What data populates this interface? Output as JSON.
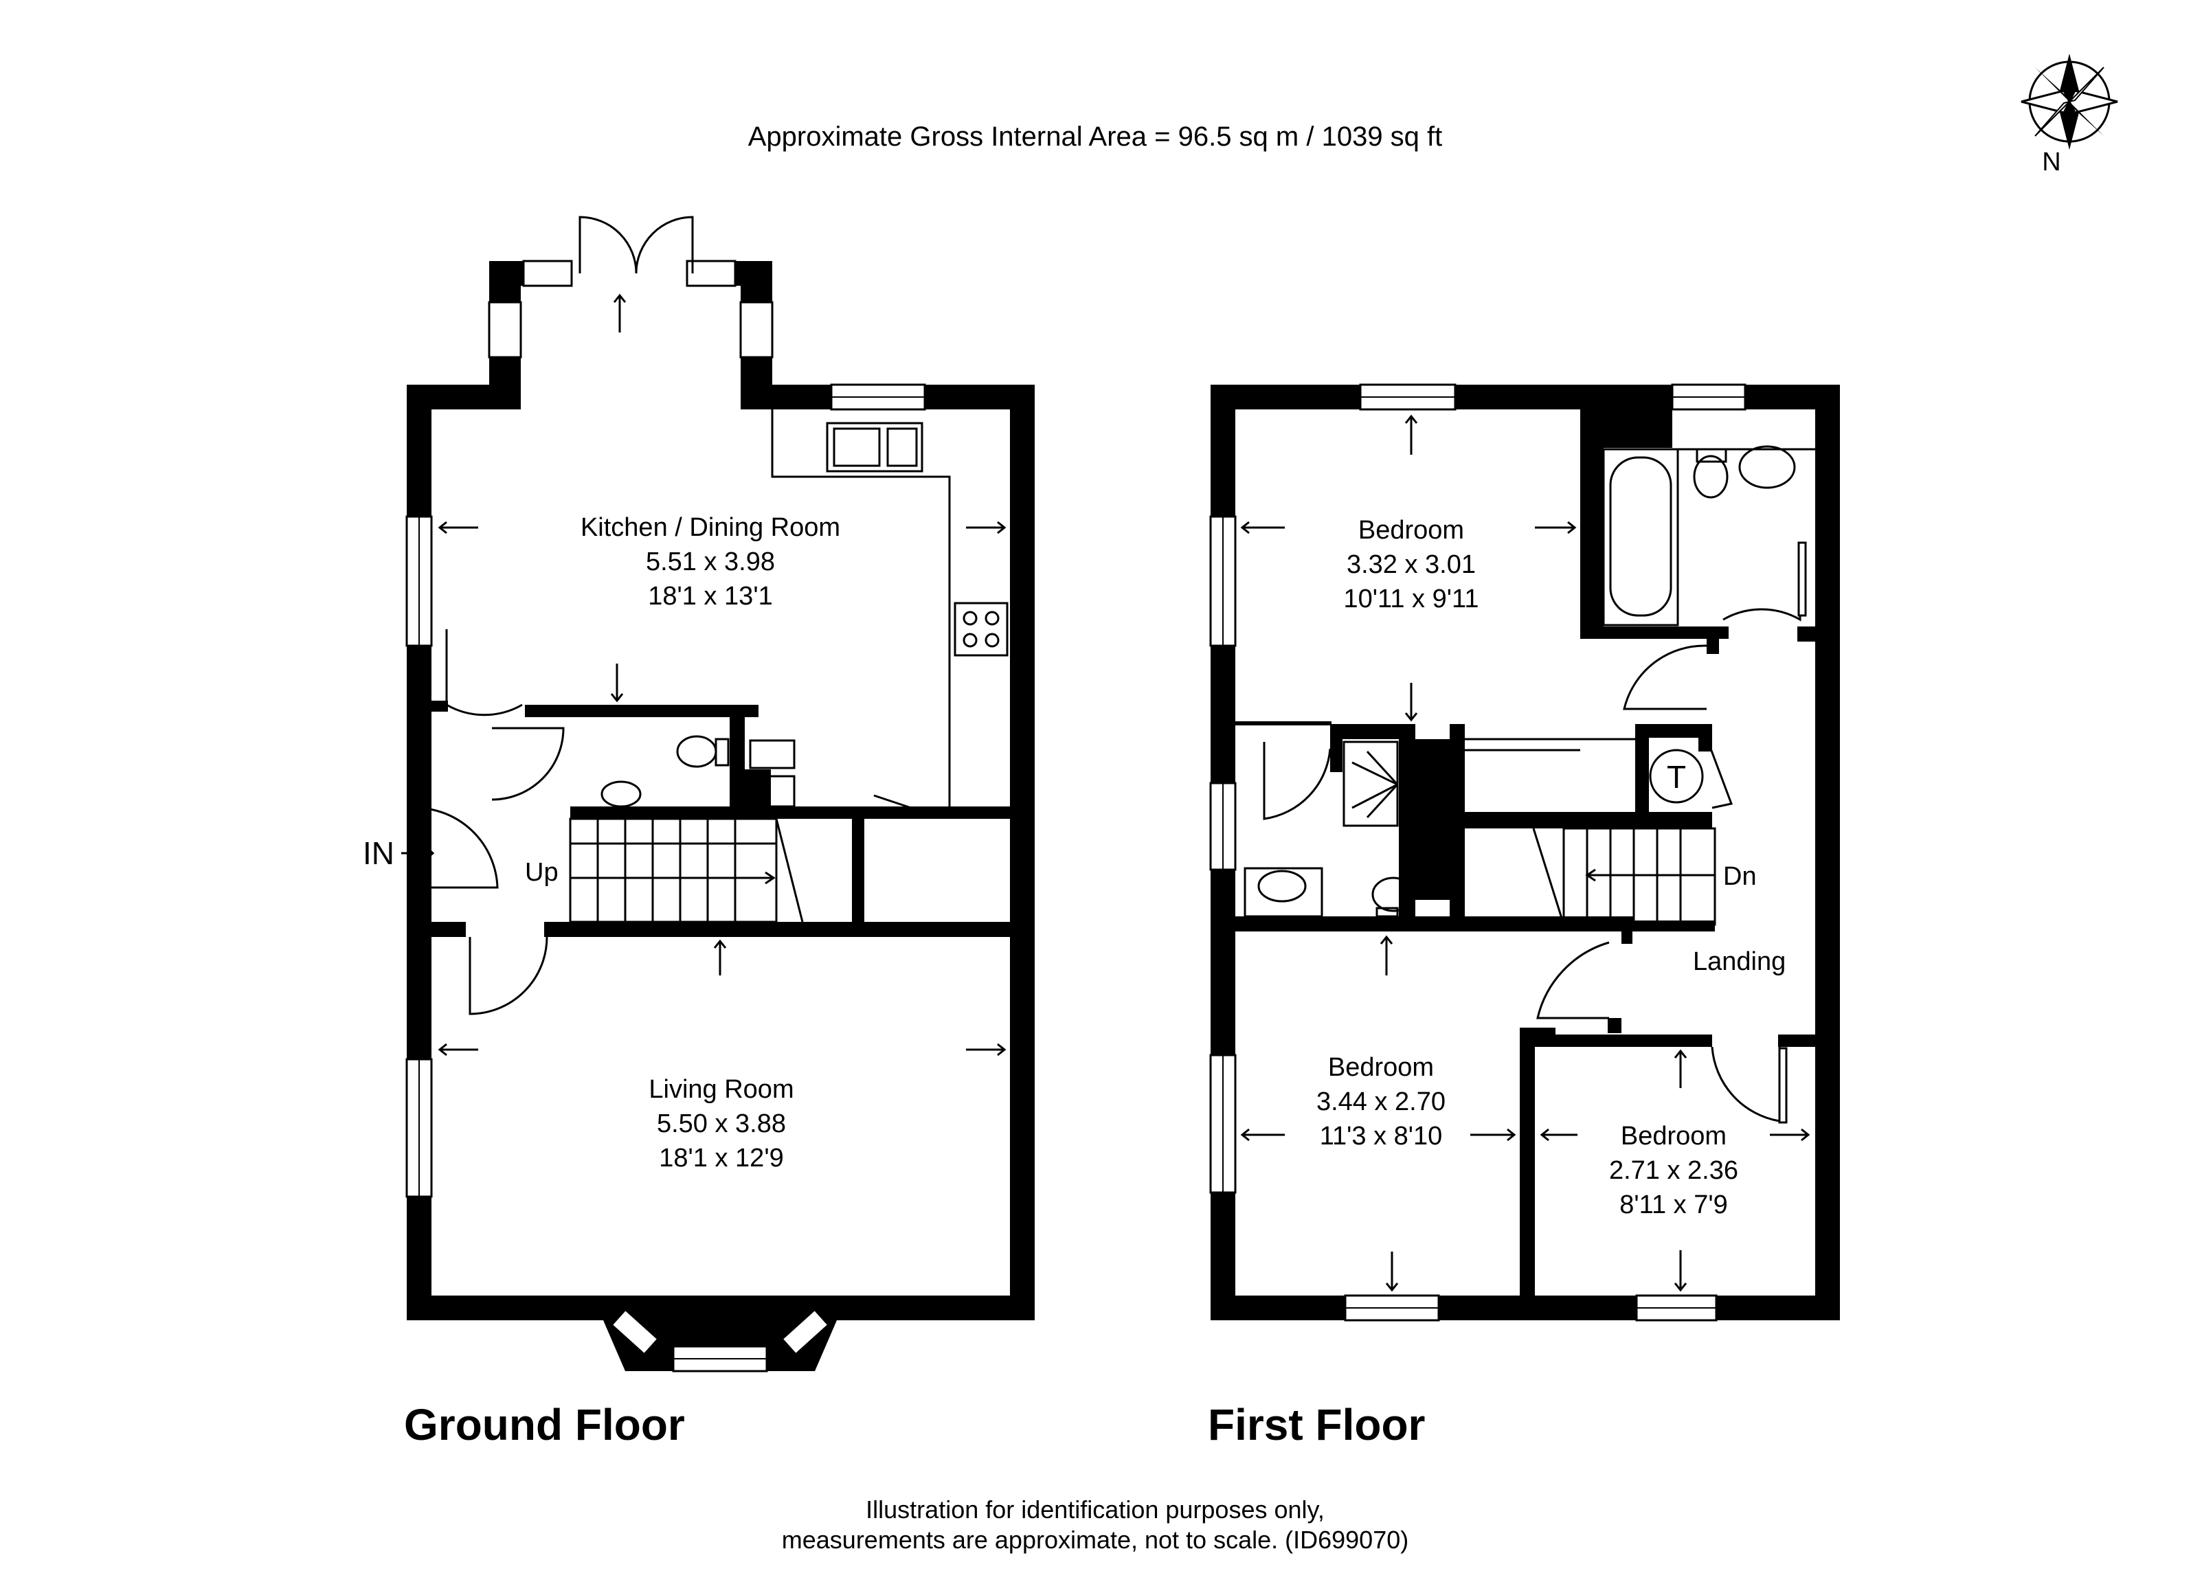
{
  "header": {
    "area": "Approximate Gross Internal Area = 96.5 sq m / 1039 sq ft",
    "compass_letter": "N"
  },
  "ground_floor": {
    "title": "Ground Floor",
    "kitchen": {
      "name": "Kitchen / Dining Room",
      "metric": "5.51 x 3.98",
      "imperial": "18'1 x 13'1"
    },
    "living": {
      "name": "Living Room",
      "metric": "5.50 x 3.88",
      "imperial": "18'1 x 12'9"
    },
    "entrance_label": "IN",
    "stairs_label": "Up"
  },
  "first_floor": {
    "title": "First Floor",
    "bedroom1": {
      "name": "Bedroom",
      "metric": "3.32 x 3.01",
      "imperial": "10'11 x 9'11"
    },
    "bedroom2": {
      "name": "Bedroom",
      "metric": "3.44 x 2.70",
      "imperial": "11'3 x 8'10"
    },
    "bedroom3": {
      "name": "Bedroom",
      "metric": "2.71 x 2.36",
      "imperial": "8'11 x 7'9"
    },
    "landing": "Landing",
    "stairs_label": "Dn",
    "tank_label": "T"
  },
  "footer": {
    "line1": "Illustration for identification purposes only,",
    "line2": "measurements are approximate, not to scale. (ID699070)"
  }
}
